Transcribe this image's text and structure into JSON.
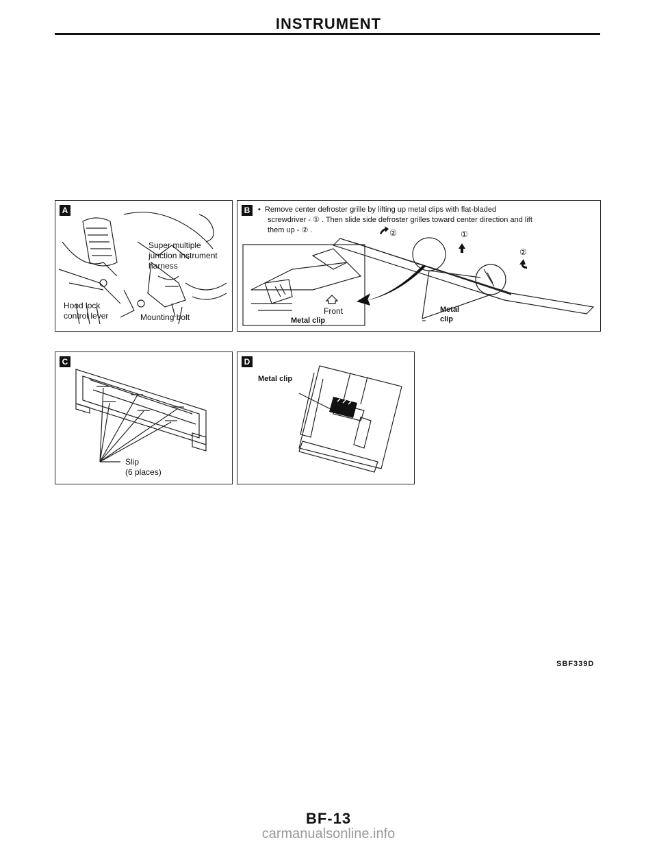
{
  "header": {
    "title": "INSTRUMENT"
  },
  "panels": {
    "a": {
      "tag": "A",
      "labels": [
        "Super multiple",
        "junction instrument",
        "harness",
        "Hood lock",
        "control lever",
        "Mounting bolt"
      ]
    },
    "b": {
      "tag": "B",
      "bullet": "•",
      "line1": "Remove center defroster grille by lifting up metal clips with flat-bladed",
      "line2": "screwdriver - ① . Then slide side defroster grilles toward center direction and lift",
      "line3": "them up - ② .",
      "callout_2a": "②",
      "callout_1": "①",
      "callout_2b": "②",
      "front_label": "Front",
      "metal_clip_inset": "Metal clip",
      "metal_clip_main_1": "Metal",
      "metal_clip_main_2": "clip"
    },
    "c": {
      "tag": "C",
      "label1": "Slip",
      "label2": "(6 places)"
    },
    "d": {
      "tag": "D",
      "label": "Metal clip"
    }
  },
  "footer": {
    "figure_code": "SBF339D",
    "page_number": "BF-13",
    "watermark": "carmanualsonline.info"
  }
}
